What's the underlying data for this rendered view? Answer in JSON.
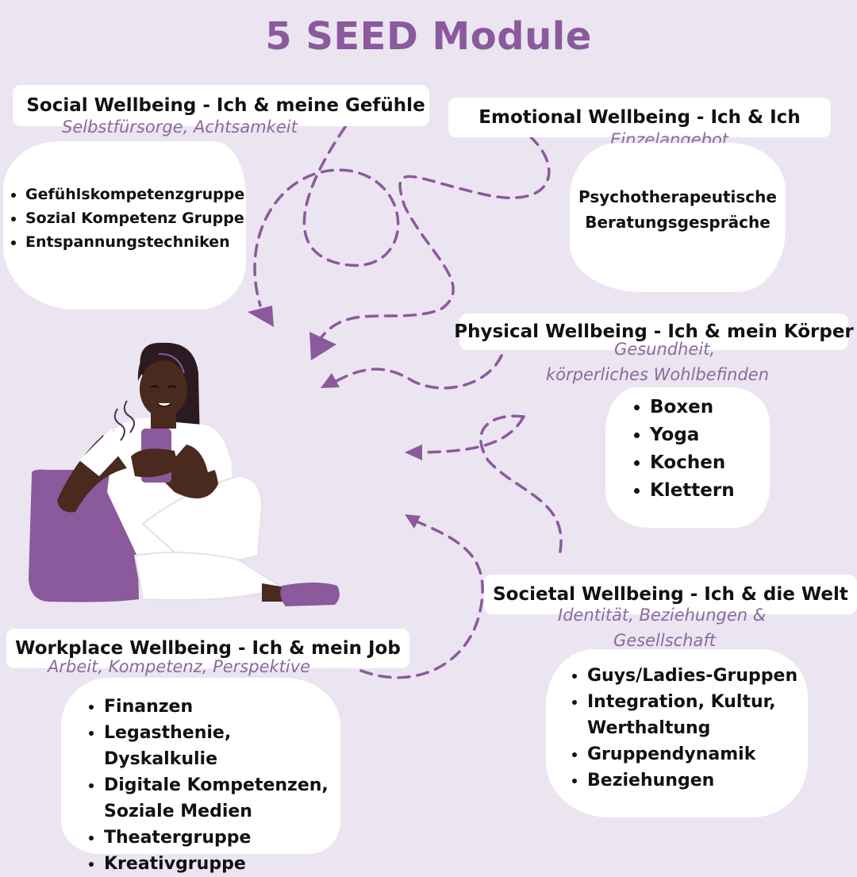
{
  "title": "5 SEED Module",
  "modules": {
    "social": {
      "heading": "Social Wellbeing - Ich & meine Gefühle",
      "sub": "Selbstfürsorge, Achtsamkeit",
      "items": [
        "Gefühlskompetenzgruppe",
        "Sozial Kompetenz Gruppe",
        "Entspannungstechniken"
      ]
    },
    "emotional": {
      "heading": "Emotional Wellbeing - Ich & Ich",
      "sub": "Einzelangebot",
      "text_line1": "Psychotherapeutische",
      "text_line2": "Beratungsgespräche"
    },
    "physical": {
      "heading": "Physical Wellbeing - Ich & mein Körper",
      "sub_line1": "Gesundheit,",
      "sub_line2": "körperliches Wohlbefinden",
      "items": [
        "Boxen",
        "Yoga",
        "Kochen",
        "Klettern"
      ]
    },
    "societal": {
      "heading": "Societal Wellbeing - Ich & die Welt",
      "sub_line1": "Identität, Beziehungen &",
      "sub_line2": "Gesellschaft",
      "items": [
        "Guys/Ladies-Gruppen",
        "Integration, Kultur, Werthaltung",
        "Gruppendynamik",
        "Beziehungen"
      ]
    },
    "workplace": {
      "heading": "Workplace Wellbeing - Ich & mein Job",
      "sub": "Arbeit, Kompetenz, Perspektive",
      "items": [
        "Finanzen",
        "Legasthenie, Dyskalkulie",
        "Digitale Kompetenzen, Soziale Medien",
        "Theatergruppe",
        "Kreativgruppe"
      ]
    }
  },
  "colors": {
    "background": "#ebe4f1",
    "accent": "#8a5a9c",
    "arrow": "#8a5a9c"
  },
  "illustration": "woman-with-phone-on-cushion"
}
